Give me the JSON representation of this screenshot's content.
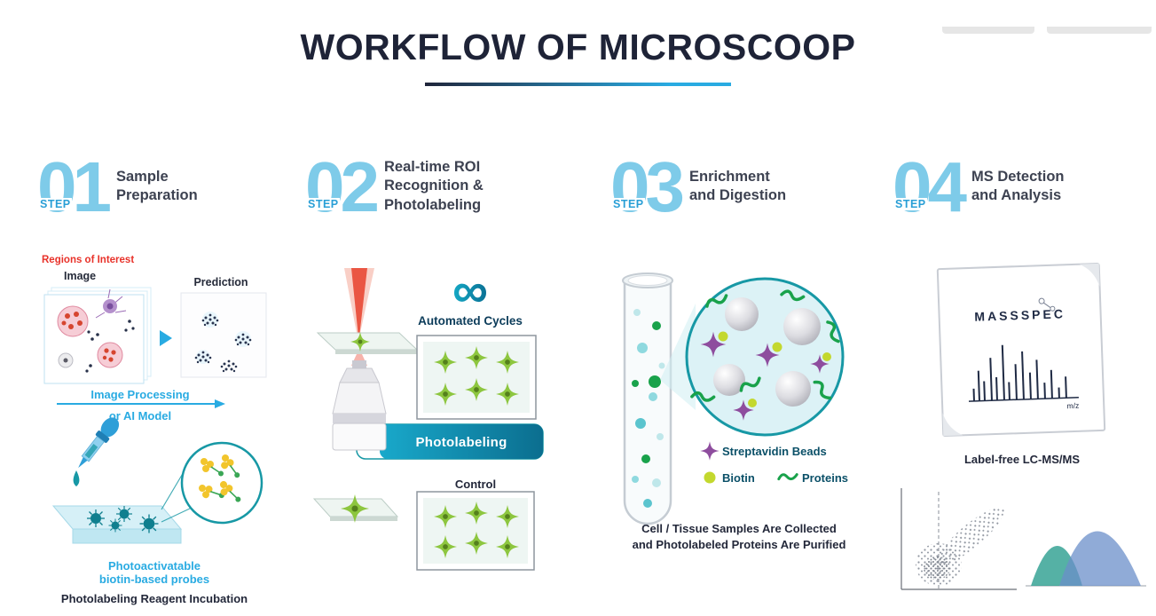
{
  "title": "WORKFLOW OF MICROSCOOP",
  "steps": [
    {
      "step_label": "STEP",
      "zero": "0",
      "number": "1",
      "title_lines": [
        "Sample",
        "Preparation"
      ]
    },
    {
      "step_label": "STEP",
      "zero": "0",
      "number": "2",
      "title_lines": [
        "Real-time ROI",
        "Recognition &",
        "Photolabeling"
      ]
    },
    {
      "step_label": "STEP",
      "zero": "0",
      "number": "3",
      "title_lines": [
        "Enrichment",
        "and Digestion"
      ]
    },
    {
      "step_label": "STEP",
      "zero": "0",
      "number": "4",
      "title_lines": [
        "MS Detection",
        "and Analysis"
      ]
    }
  ],
  "step1": {
    "regions_of_interest": "Regions of Interest",
    "image_label": "Image",
    "prediction_label": "Prediction",
    "processing_line1": "Image Processing",
    "processing_line2": "or AI Model",
    "probes_line1": "Photoactivatable",
    "probes_line2": "biotin-based probes",
    "incubation": "Photolabeling Reagent Incubation"
  },
  "step2": {
    "infinity_symbol": "∞",
    "automated_cycles": "Automated Cycles",
    "photolabeling": "Photolabeling",
    "control": "Control"
  },
  "step3": {
    "legend_streptavidin": "Streptavidin Beads",
    "legend_biotin": "Biotin",
    "legend_proteins": "Proteins",
    "caption_line1": "Cell / Tissue Samples Are Collected",
    "caption_line2": "and Photolabeled Proteins Are Purified"
  },
  "step4": {
    "doc_title": "MASSSPEC",
    "mz": "m/z",
    "label": "Label-free LC-MS/MS"
  },
  "colors": {
    "accent_cyan": "#29abe2",
    "step_blue": "#7ecbe9",
    "dark_navy": "#21263a",
    "teal": "#1798a5",
    "green_cell": "#8dc63f",
    "protein_green": "#19a24b",
    "laser_red": "#e8412c",
    "streptavidin_purple": "#8e4d9e",
    "biotin_yellow_green": "#c3d82e"
  }
}
